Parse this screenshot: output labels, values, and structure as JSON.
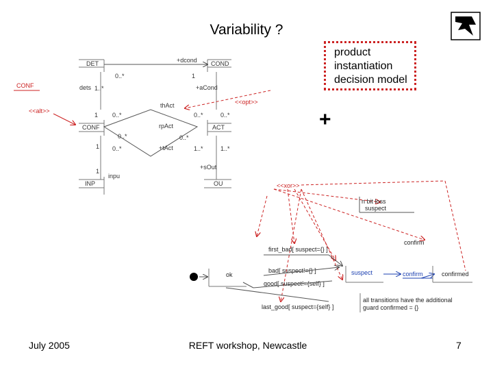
{
  "slide": {
    "title": "Variability ?",
    "decision_box": [
      "product",
      "instantiation",
      "decision model"
    ],
    "plus": "+",
    "footer": {
      "date": "July 2005",
      "event": "REFT workshop, Newcastle",
      "page": "7"
    }
  },
  "class_diagram": {
    "classes": {
      "det": "DET",
      "cond": "COND",
      "conf": "CONF",
      "act": "ACT",
      "inp": "INP",
      "ou": "OU"
    },
    "labels": {
      "dcond": "+dcond",
      "m0": "0..*",
      "m1": "1",
      "m2": "1..*",
      "dets": "dets",
      "acond": "+aCond",
      "conf_red": "CONF",
      "alt": "<<alt>>",
      "opt": "<<opt>>",
      "thact": "thAct",
      "rpact": "rpAct",
      "tact": "+tAct",
      "m3": "1",
      "m4": "0..*",
      "m5": "0..*",
      "m6": "0..*",
      "m7": "0..*",
      "m8": "0..*",
      "m9": "1",
      "m10": "0..*",
      "m11": "1..*",
      "m12": "1..*",
      "m13": "1",
      "out": "+sOut",
      "inpu": "inpu"
    }
  },
  "state_diagram": {
    "xor": "<<xor>>",
    "states": {
      "ok": "ok",
      "suspect": "suspect",
      "confirm": "confirm",
      "confirmed": "confirmed"
    },
    "transitions": {
      "nbit_loss": [
        "n bit loss",
        "suspect"
      ],
      "first_bad": "first_bad[ suspect={} ]",
      "bad": "bad[ suspect!={} ]",
      "good": "good[ suspect!={self} ]",
      "last_good": "last_good[ suspect={self} ]",
      "confirm_label": "confirm"
    },
    "note": [
      "all transitions have the additional",
      "guard  confirmed = {}"
    ]
  },
  "colors": {
    "red": "#cc2222",
    "diagram_gray": "#555555",
    "state_blue": "#1a3fb0"
  }
}
